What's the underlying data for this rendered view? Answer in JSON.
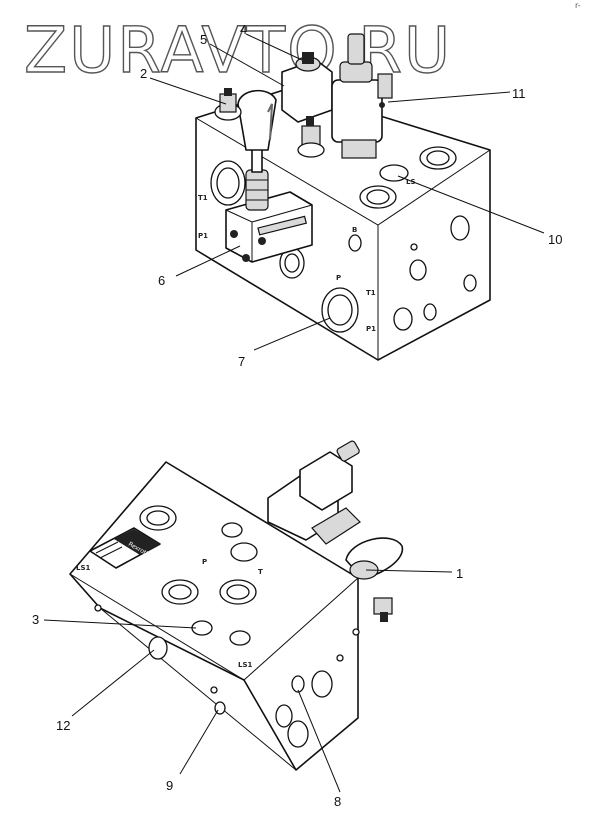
{
  "watermark": "ZURAVTO.RU",
  "corner_mark": "r-",
  "callouts": {
    "c1": "1",
    "c2": "2",
    "c3": "3",
    "c4": "4",
    "c5": "5",
    "c6": "6",
    "c7": "7",
    "c8": "8",
    "c9": "9",
    "c10": "10",
    "c11": "11",
    "c12": "12"
  },
  "port_labels": {
    "t1_a": "T1",
    "p1_a": "P1",
    "t1_b": "T1",
    "p1_b": "P1",
    "p_a": "P",
    "ls_a": "LS",
    "ls1_a": "LS1",
    "ls1_b": "LS1",
    "p_b": "P",
    "t_b": "T",
    "b_a": "B"
  },
  "nameplate_brand": "Rexroth"
}
